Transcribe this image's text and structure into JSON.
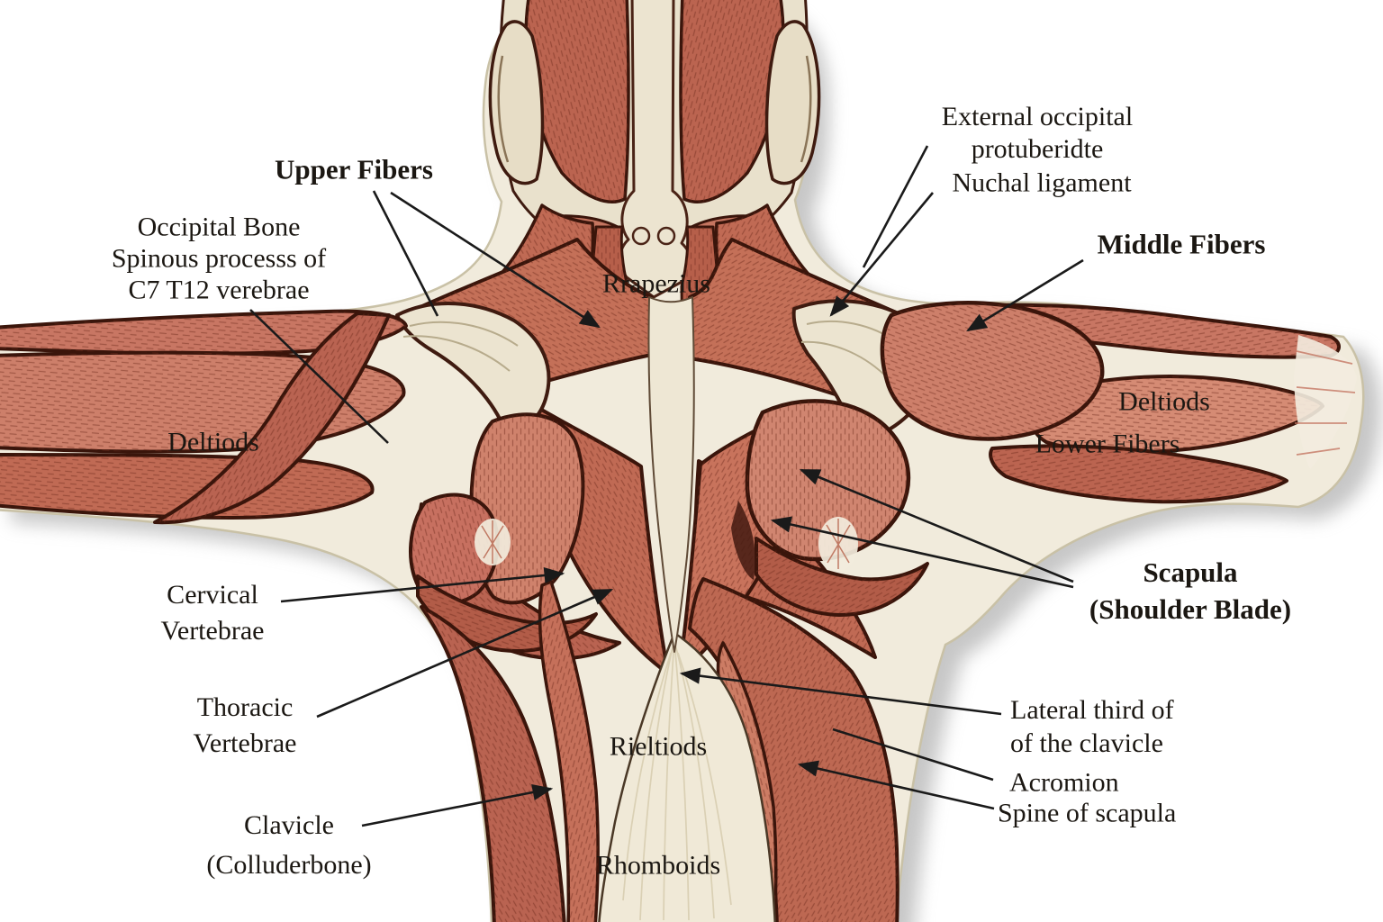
{
  "labels": {
    "upper_fibers": {
      "text": "Upper Fibers"
    },
    "occipital": {
      "lines": [
        "Occipital Bone",
        "Spinous processs of",
        "C7 T12 verebrae"
      ]
    },
    "external_occipital": {
      "lines": [
        "External occipital",
        "protuberidte"
      ]
    },
    "nuchal": {
      "text": "Nuchal ligament"
    },
    "middle_fibers": {
      "text": "Middle Fibers"
    },
    "trapezius": {
      "text": "Rrapezius"
    },
    "deltoid_left": {
      "text": "Deltiods"
    },
    "deltoid_right": {
      "text": "Deltiods"
    },
    "lower_fibers": {
      "text": "Lower Fibers"
    },
    "scapula": {
      "lines": [
        "Scapula",
        "(Shoulder Blade)"
      ]
    },
    "cervical": {
      "lines": [
        "Cervical",
        "Vertebrae"
      ]
    },
    "thoracic": {
      "lines": [
        "Thoracic",
        "Vertebrae"
      ]
    },
    "rieltiods": {
      "text": "Rieltiods"
    },
    "clavicle": {
      "lines": [
        "Clavicle",
        "(Colluderbone)"
      ]
    },
    "rhomboids": {
      "text": "Rhomboids"
    },
    "lateral_third": {
      "lines": [
        "Lateral third of",
        "of the clavicle"
      ]
    },
    "acromion": {
      "text": "Acromion"
    },
    "spine_of_scapula": {
      "text": "Spine of scapula"
    }
  },
  "colors": {
    "muscle_base": "#c06a54",
    "muscle_light": "#d58b74",
    "muscle_deep": "#a8543f",
    "contour": "#3a150b",
    "bone_cream": "#ece4d0",
    "fascia": "#f0e9d7",
    "background": "#ffffff",
    "label_text": "#1b1712",
    "leader_line": "#1a1a1a"
  }
}
